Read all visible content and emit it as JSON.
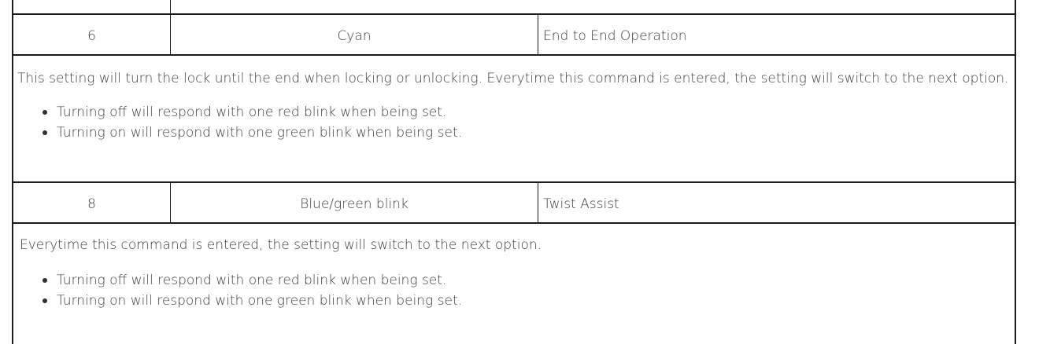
{
  "rows": [
    {
      "number": "6",
      "color": "Cyan",
      "function": "End to End Operation",
      "description": "This setting will turn the lock until the end when locking or unlocking. Everytime this command is entered, the setting will switch to the next option.",
      "bullets": [
        "Turning off will respond with one red blink when being set.",
        "Turning on will respond with one green blink when being set."
      ]
    },
    {
      "number": "8",
      "color": "Blue/green blink",
      "function": "Twist Assist",
      "description": "Everytime this command is entered, the setting will switch to the next option.",
      "bullets": [
        "Turning off will respond with one red blink when being set.",
        "Turning on will respond with one green blink when being set."
      ]
    }
  ]
}
